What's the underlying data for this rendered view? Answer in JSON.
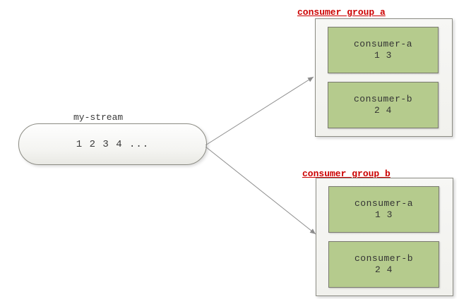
{
  "stream": {
    "label": "my-stream",
    "content": "1 2 3 4 ..."
  },
  "groups": [
    {
      "title": "consumer group a",
      "consumers": [
        {
          "name": "consumer-a",
          "messages": "1 3"
        },
        {
          "name": "consumer-b",
          "messages": "2 4"
        }
      ]
    },
    {
      "title": "consumer group b",
      "consumers": [
        {
          "name": "consumer-a",
          "messages": "1 3"
        },
        {
          "name": "consumer-b",
          "messages": "2 4"
        }
      ]
    }
  ],
  "colors": {
    "group_title": "#cc0000",
    "consumer_fill": "#b5cb8d",
    "consumer_border": "#7a7a70",
    "container_fill": "#f4f4f1",
    "container_border": "#8c8c84",
    "arrow": "#8c8c8c",
    "text": "#3a3a3a"
  }
}
